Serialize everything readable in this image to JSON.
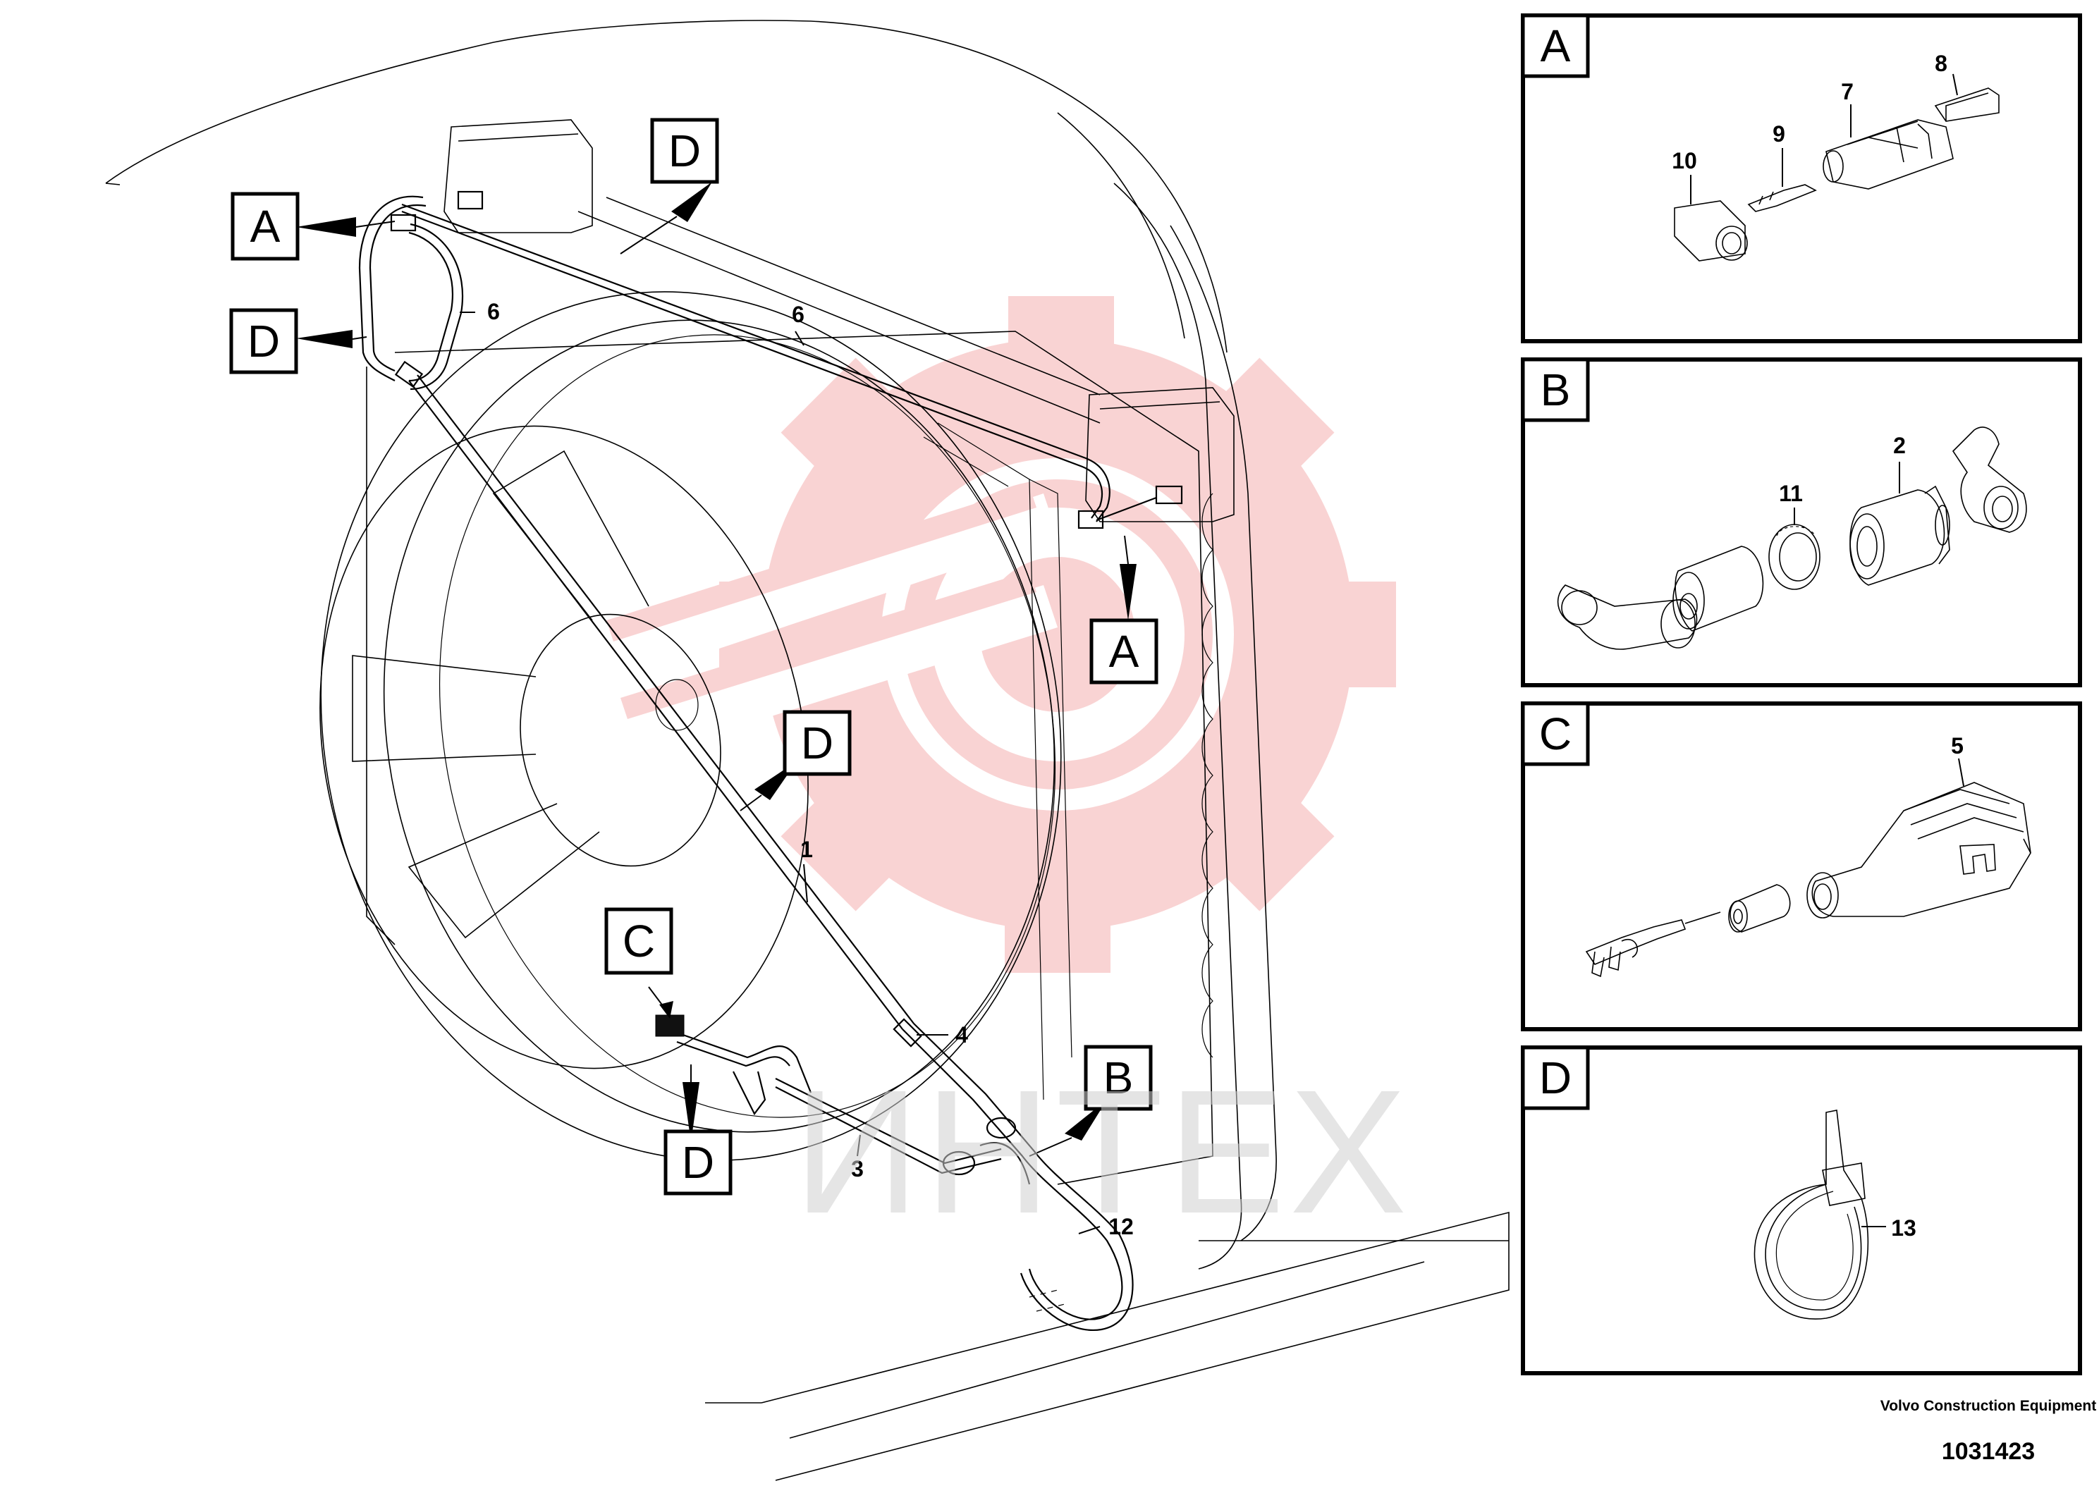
{
  "callouts": {
    "main": [
      "A",
      "D",
      "D",
      "A",
      "D",
      "C",
      "D",
      "B"
    ],
    "panels": [
      "A",
      "B",
      "C",
      "D"
    ]
  },
  "part_numbers": {
    "main": [
      "6",
      "6",
      "1",
      "4",
      "3",
      "12"
    ],
    "panel_a": [
      "10",
      "9",
      "7",
      "8"
    ],
    "panel_b": [
      "11",
      "2"
    ],
    "panel_c": [
      "5"
    ],
    "panel_d": [
      "13"
    ]
  },
  "footer": {
    "company": "Volvo Construction Equipment",
    "drawing_id": "1031423"
  },
  "watermark": {
    "text": "ИНТЕХ",
    "color": "#f9c7c7"
  }
}
